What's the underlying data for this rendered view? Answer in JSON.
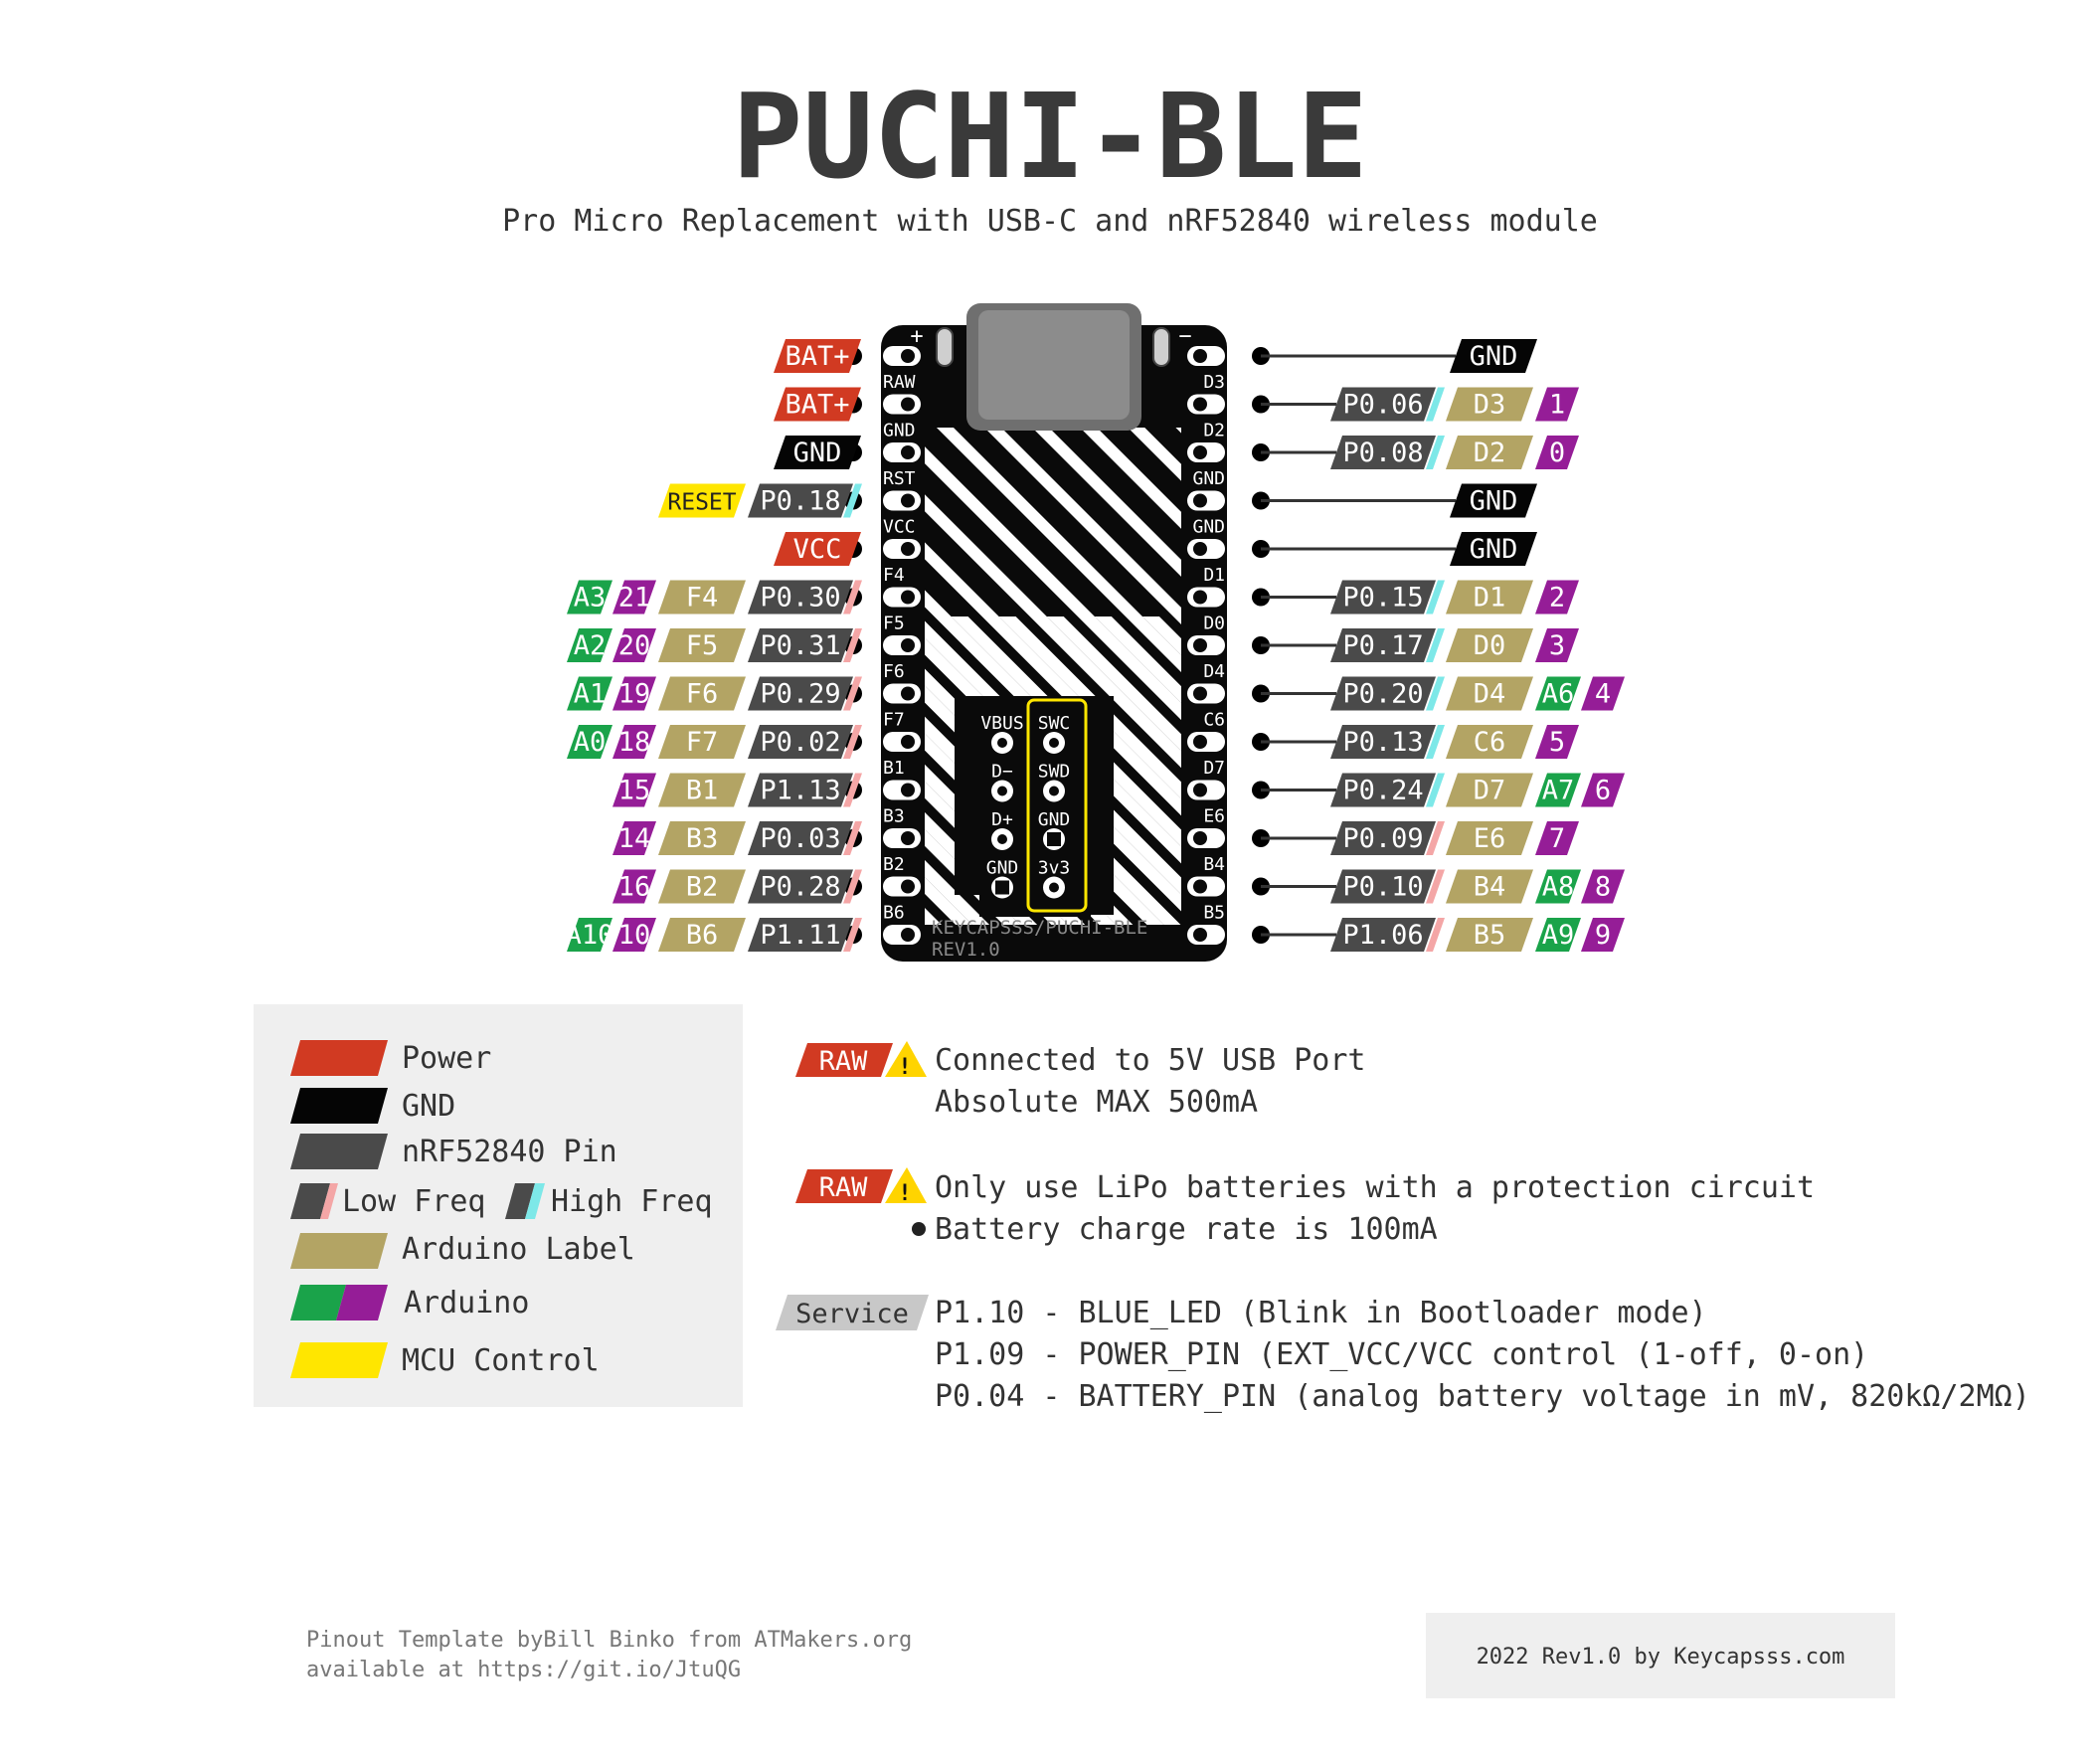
{
  "title": "PUCHI-BLE",
  "subtitle": "Pro Micro Replacement with USB-C and nRF52840 wireless module",
  "colors": {
    "power": "#d13a22",
    "gnd": "#050505",
    "nrf": "#4a4a4a",
    "arduino_label": "#b3a464",
    "analog": "#1aa34a",
    "digital": "#951d97",
    "mcu": "#ffe600",
    "low_freq": "#f4a6a6",
    "high_freq": "#7de8e8",
    "legend_bg": "#efefef",
    "text": "#333333"
  },
  "board": {
    "plus_mark": "+",
    "minus_mark": "−",
    "left_pins": [
      "RAW",
      "GND",
      "RST",
      "VCC",
      "F4",
      "F5",
      "F6",
      "F7",
      "B1",
      "B3",
      "B2",
      "B6"
    ],
    "right_pins": [
      "D3",
      "D2",
      "GND",
      "GND",
      "D1",
      "D0",
      "D4",
      "C6",
      "D7",
      "E6",
      "B4",
      "B5"
    ],
    "header_left": [
      "VBUS",
      "D−",
      "D+",
      "GND"
    ],
    "header_right": [
      "SWC",
      "SWD",
      "GND",
      "3v3"
    ],
    "silk_1": "KEYCAPSSS/PUCHI-BLE",
    "silk_2": "REV1.0"
  },
  "left_rows": [
    {
      "labels": [
        {
          "t": "BAT+",
          "k": "power"
        }
      ]
    },
    {
      "labels": [
        {
          "t": "BAT+",
          "k": "power"
        }
      ]
    },
    {
      "labels": [
        {
          "t": "GND",
          "k": "gnd"
        }
      ]
    },
    {
      "labels": [
        {
          "t": "RESET",
          "k": "mcu"
        },
        {
          "t": "P0.18",
          "k": "nrf",
          "freq": "high"
        }
      ]
    },
    {
      "labels": [
        {
          "t": "VCC",
          "k": "power"
        }
      ]
    },
    {
      "labels": [
        {
          "t": "A3",
          "k": "analog"
        },
        {
          "t": "21",
          "k": "digital"
        },
        {
          "t": "F4",
          "k": "ard"
        },
        {
          "t": "P0.30",
          "k": "nrf",
          "freq": "low"
        }
      ]
    },
    {
      "labels": [
        {
          "t": "A2",
          "k": "analog"
        },
        {
          "t": "20",
          "k": "digital"
        },
        {
          "t": "F5",
          "k": "ard"
        },
        {
          "t": "P0.31",
          "k": "nrf",
          "freq": "low"
        }
      ]
    },
    {
      "labels": [
        {
          "t": "A1",
          "k": "analog"
        },
        {
          "t": "19",
          "k": "digital"
        },
        {
          "t": "F6",
          "k": "ard"
        },
        {
          "t": "P0.29",
          "k": "nrf",
          "freq": "low"
        }
      ]
    },
    {
      "labels": [
        {
          "t": "A0",
          "k": "analog"
        },
        {
          "t": "18",
          "k": "digital"
        },
        {
          "t": "F7",
          "k": "ard"
        },
        {
          "t": "P0.02",
          "k": "nrf",
          "freq": "low"
        }
      ]
    },
    {
      "labels": [
        {
          "t": "15",
          "k": "digital"
        },
        {
          "t": "B1",
          "k": "ard"
        },
        {
          "t": "P1.13",
          "k": "nrf",
          "freq": "low"
        }
      ]
    },
    {
      "labels": [
        {
          "t": "14",
          "k": "digital"
        },
        {
          "t": "B3",
          "k": "ard"
        },
        {
          "t": "P0.03",
          "k": "nrf",
          "freq": "low"
        }
      ]
    },
    {
      "labels": [
        {
          "t": "16",
          "k": "digital"
        },
        {
          "t": "B2",
          "k": "ard"
        },
        {
          "t": "P0.28",
          "k": "nrf",
          "freq": "low"
        }
      ]
    },
    {
      "labels": [
        {
          "t": "A10",
          "k": "analog"
        },
        {
          "t": "10",
          "k": "digital"
        },
        {
          "t": "B6",
          "k": "ard"
        },
        {
          "t": "P1.11",
          "k": "nrf",
          "freq": "low"
        }
      ]
    }
  ],
  "right_rows": [
    {
      "labels": [
        {
          "t": "GND",
          "k": "gnd"
        }
      ]
    },
    {
      "labels": [
        {
          "t": "P0.06",
          "k": "nrf",
          "freq": "high"
        },
        {
          "t": "D3",
          "k": "ard"
        },
        {
          "t": "1",
          "k": "digital"
        }
      ]
    },
    {
      "labels": [
        {
          "t": "P0.08",
          "k": "nrf",
          "freq": "high"
        },
        {
          "t": "D2",
          "k": "ard"
        },
        {
          "t": "0",
          "k": "digital"
        }
      ]
    },
    {
      "labels": [
        {
          "t": "GND",
          "k": "gnd"
        }
      ]
    },
    {
      "labels": [
        {
          "t": "GND",
          "k": "gnd"
        }
      ]
    },
    {
      "labels": [
        {
          "t": "P0.15",
          "k": "nrf",
          "freq": "high"
        },
        {
          "t": "D1",
          "k": "ard"
        },
        {
          "t": "2",
          "k": "digital"
        }
      ]
    },
    {
      "labels": [
        {
          "t": "P0.17",
          "k": "nrf",
          "freq": "high"
        },
        {
          "t": "D0",
          "k": "ard"
        },
        {
          "t": "3",
          "k": "digital"
        }
      ]
    },
    {
      "labels": [
        {
          "t": "P0.20",
          "k": "nrf",
          "freq": "high"
        },
        {
          "t": "D4",
          "k": "ard"
        },
        {
          "t": "A6",
          "k": "analog"
        },
        {
          "t": "4",
          "k": "digital"
        }
      ]
    },
    {
      "labels": [
        {
          "t": "P0.13",
          "k": "nrf",
          "freq": "high"
        },
        {
          "t": "C6",
          "k": "ard"
        },
        {
          "t": "5",
          "k": "digital"
        }
      ]
    },
    {
      "labels": [
        {
          "t": "P0.24",
          "k": "nrf",
          "freq": "high"
        },
        {
          "t": "D7",
          "k": "ard"
        },
        {
          "t": "A7",
          "k": "analog"
        },
        {
          "t": "6",
          "k": "digital"
        }
      ]
    },
    {
      "labels": [
        {
          "t": "P0.09",
          "k": "nrf",
          "freq": "low"
        },
        {
          "t": "E6",
          "k": "ard"
        },
        {
          "t": "7",
          "k": "digital"
        }
      ]
    },
    {
      "labels": [
        {
          "t": "P0.10",
          "k": "nrf",
          "freq": "low"
        },
        {
          "t": "B4",
          "k": "ard"
        },
        {
          "t": "A8",
          "k": "analog"
        },
        {
          "t": "8",
          "k": "digital"
        }
      ]
    },
    {
      "labels": [
        {
          "t": "P1.06",
          "k": "nrf",
          "freq": "low"
        },
        {
          "t": "B5",
          "k": "ard"
        },
        {
          "t": "A9",
          "k": "analog"
        },
        {
          "t": "9",
          "k": "digital"
        }
      ]
    }
  ],
  "legend": {
    "power": "Power",
    "gnd": "GND",
    "nrf": "nRF52840 Pin",
    "low_freq": "Low Freq",
    "high_freq": "High Freq",
    "arduino_label": "Arduino Label",
    "arduino": "Arduino",
    "mcu": "MCU Control"
  },
  "notes": {
    "raw_tag": "RAW",
    "warn_icon": "!",
    "note1_line1": "Connected to 5V USB Port",
    "note1_line2": "Absolute MAX 500mA",
    "note2_line1": "Only use LiPo batteries with a protection circuit",
    "note2_line2": "Battery charge rate is 100mA",
    "service_tag": "Service",
    "service_line1": "P1.10 - BLUE_LED (Blink in Bootloader mode)",
    "service_line2": "P1.09 - POWER_PIN (EXT_VCC/VCC control (1-off, 0-on)",
    "service_line3": "P0.04 - BATTERY_PIN (analog battery voltage in mV, 820kΩ/2MΩ)"
  },
  "footer": {
    "credit_line1": "Pinout Template byBill Binko from ATMakers.org",
    "credit_line2": "available at https://git.io/JtuQG",
    "rev": "2022 Rev1.0 by Keycapsss.com"
  }
}
